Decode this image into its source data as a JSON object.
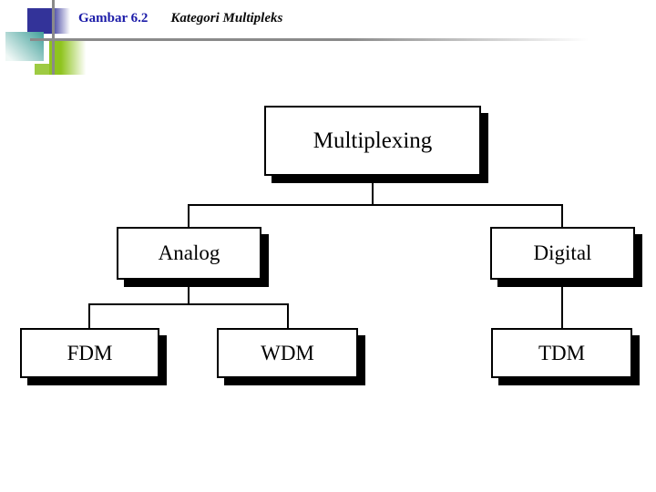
{
  "header": {
    "figure_label": "Gambar 6.2",
    "figure_title": "Kategori Multipleks"
  },
  "colors": {
    "figure_label_blue": "#1b1ba8",
    "figure_title_black": "#0a0a0a",
    "accent_blue": "#333399",
    "accent_teal": "#41a09a",
    "accent_teal_light": "#f0f8f6",
    "accent_green": "#8fc41f",
    "accent_green_light": "#9ecb42",
    "line_gray": "#8a8a8a",
    "node_bg": "#ffffff",
    "node_border": "#000000",
    "node_shadow": "#000000",
    "connector": "#000000"
  },
  "diagram": {
    "type": "tree",
    "nodes": {
      "multiplexing": {
        "label": "Multiplexing"
      },
      "analog": {
        "label": "Analog"
      },
      "digital": {
        "label": "Digital"
      },
      "fdm": {
        "label": "FDM"
      },
      "wdm": {
        "label": "WDM"
      },
      "tdm": {
        "label": "TDM"
      }
    },
    "hierarchy": {
      "root": "multiplexing",
      "edges": [
        {
          "from": "multiplexing",
          "to": "analog"
        },
        {
          "from": "multiplexing",
          "to": "digital"
        },
        {
          "from": "analog",
          "to": "fdm"
        },
        {
          "from": "analog",
          "to": "wdm"
        },
        {
          "from": "digital",
          "to": "tdm"
        }
      ]
    }
  }
}
